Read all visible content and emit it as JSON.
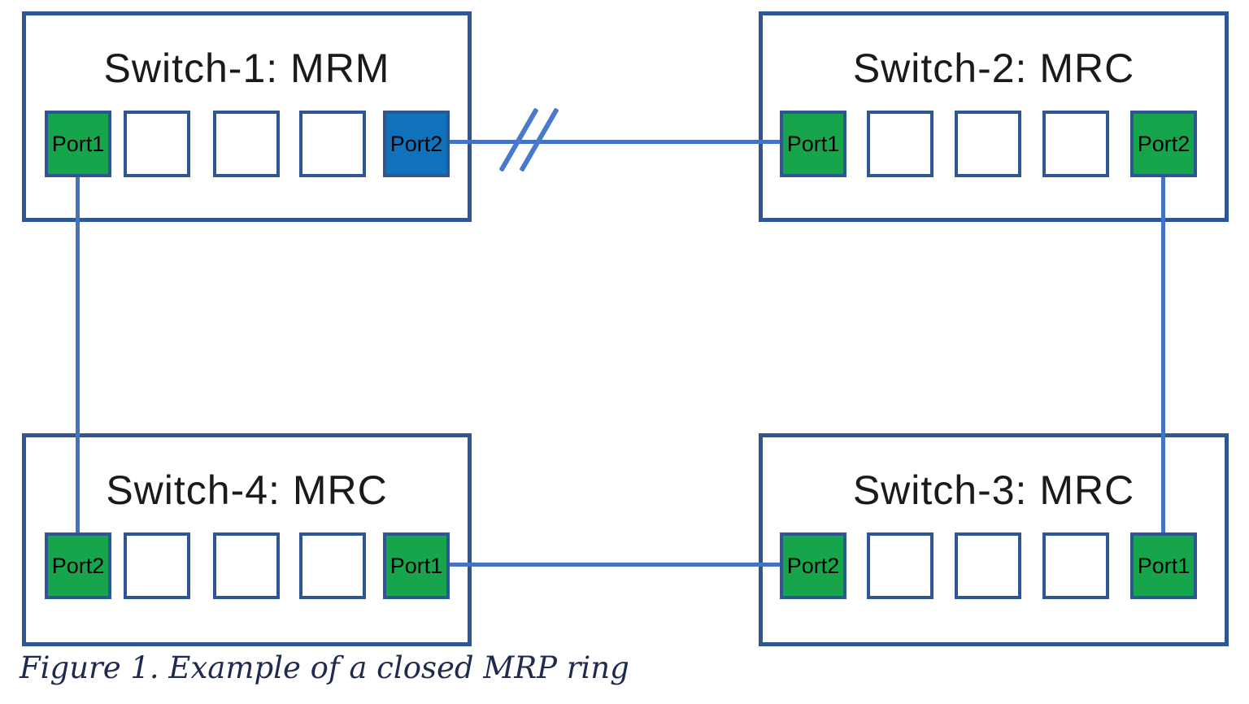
{
  "figure": {
    "caption": "Figure 1. Example of a closed MRP ring"
  },
  "switches": [
    {
      "title": "Switch-1: MRM",
      "ports": [
        {
          "label": "Port1",
          "state": "green"
        },
        {
          "label": "",
          "state": "empty"
        },
        {
          "label": "",
          "state": "empty"
        },
        {
          "label": "",
          "state": "empty"
        },
        {
          "label": "Port2",
          "state": "blue"
        }
      ]
    },
    {
      "title": "Switch-2: MRC",
      "ports": [
        {
          "label": "Port1",
          "state": "green"
        },
        {
          "label": "",
          "state": "empty"
        },
        {
          "label": "",
          "state": "empty"
        },
        {
          "label": "",
          "state": "empty"
        },
        {
          "label": "Port2",
          "state": "green"
        }
      ]
    },
    {
      "title": "Switch-4: MRC",
      "ports": [
        {
          "label": "Port2",
          "state": "green"
        },
        {
          "label": "",
          "state": "empty"
        },
        {
          "label": "",
          "state": "empty"
        },
        {
          "label": "",
          "state": "empty"
        },
        {
          "label": "Port1",
          "state": "green"
        }
      ]
    },
    {
      "title": "Switch-3: MRC",
      "ports": [
        {
          "label": "Port2",
          "state": "green"
        },
        {
          "label": "",
          "state": "empty"
        },
        {
          "label": "",
          "state": "empty"
        },
        {
          "label": "",
          "state": "empty"
        },
        {
          "label": "Port1",
          "state": "green"
        }
      ]
    }
  ],
  "links": [
    {
      "from": "Switch-1 Port2",
      "to": "Switch-2 Port1",
      "broken": true,
      "marker": "//"
    },
    {
      "from": "Switch-1 Port1",
      "to": "Switch-4 Port2",
      "broken": false
    },
    {
      "from": "Switch-2 Port2",
      "to": "Switch-3 Port1",
      "broken": false
    },
    {
      "from": "Switch-4 Port1",
      "to": "Switch-3 Port2",
      "broken": false
    }
  ],
  "colors": {
    "box_border": "#2e5693",
    "connector_line": "#4472c4",
    "break_marker": "#4a79cc",
    "port_green": "#17a54c",
    "port_blue": "#1071bc",
    "caption_text": "#1f2b4e"
  }
}
